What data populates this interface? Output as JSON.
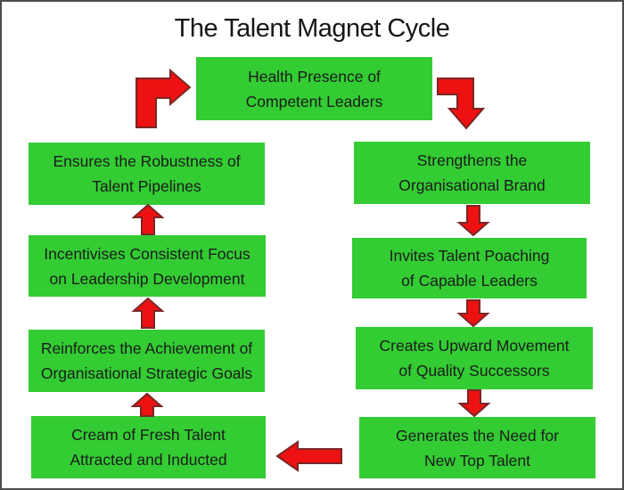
{
  "title": "The Talent Magnet Cycle",
  "colors": {
    "box_green": "#33cc33",
    "arrow_red": "#ee1111",
    "arrow_outline": "#7a2626",
    "text": "#1c1c1c",
    "title": "#161616",
    "border": "#4c4c4c",
    "background": "#ffffff"
  },
  "boxes": [
    {
      "id": "health-presence",
      "lines": [
        "Health Presence of",
        "Competent Leaders"
      ]
    },
    {
      "id": "ensures-robustness",
      "lines": [
        "Ensures the Robustness of",
        "Talent Pipelines"
      ]
    },
    {
      "id": "incentivises-focus",
      "lines": [
        "Incentivises Consistent Focus",
        "on Leadership Development"
      ]
    },
    {
      "id": "reinforces-achievement",
      "lines": [
        "Reinforces the Achievement of",
        "Organisational Strategic Goals"
      ]
    },
    {
      "id": "cream-of-talent",
      "lines": [
        "Cream of Fresh Talent",
        "Attracted and Inducted"
      ]
    },
    {
      "id": "strengthens-brand",
      "lines": [
        "Strengthens the",
        "Organisational Brand"
      ]
    },
    {
      "id": "invites-poaching",
      "lines": [
        "Invites Talent Poaching",
        "of Capable Leaders"
      ]
    },
    {
      "id": "creates-upward-movement",
      "lines": [
        "Creates Upward Movement",
        "of Quality Successors"
      ]
    },
    {
      "id": "generates-need",
      "lines": [
        "Generates the Need for",
        "New Top Talent"
      ]
    }
  ],
  "arrows": [
    {
      "name": "elbow-up-right-arrow",
      "direction": "up-then-right",
      "from": "ensures-robustness",
      "to": "health-presence"
    },
    {
      "name": "elbow-right-down-arrow",
      "direction": "right-then-down",
      "from": "health-presence",
      "to": "strengthens-brand"
    },
    {
      "name": "down-arrow",
      "direction": "down",
      "from": "strengthens-brand",
      "to": "invites-poaching"
    },
    {
      "name": "down-arrow",
      "direction": "down",
      "from": "invites-poaching",
      "to": "creates-upward-movement"
    },
    {
      "name": "down-arrow",
      "direction": "down",
      "from": "creates-upward-movement",
      "to": "generates-need"
    },
    {
      "name": "left-arrow",
      "direction": "left",
      "from": "generates-need",
      "to": "cream-of-talent"
    },
    {
      "name": "up-arrow",
      "direction": "up",
      "from": "cream-of-talent",
      "to": "reinforces-achievement"
    },
    {
      "name": "up-arrow",
      "direction": "up",
      "from": "reinforces-achievement",
      "to": "incentivises-focus"
    },
    {
      "name": "up-arrow",
      "direction": "up",
      "from": "incentivises-focus",
      "to": "ensures-robustness"
    }
  ]
}
